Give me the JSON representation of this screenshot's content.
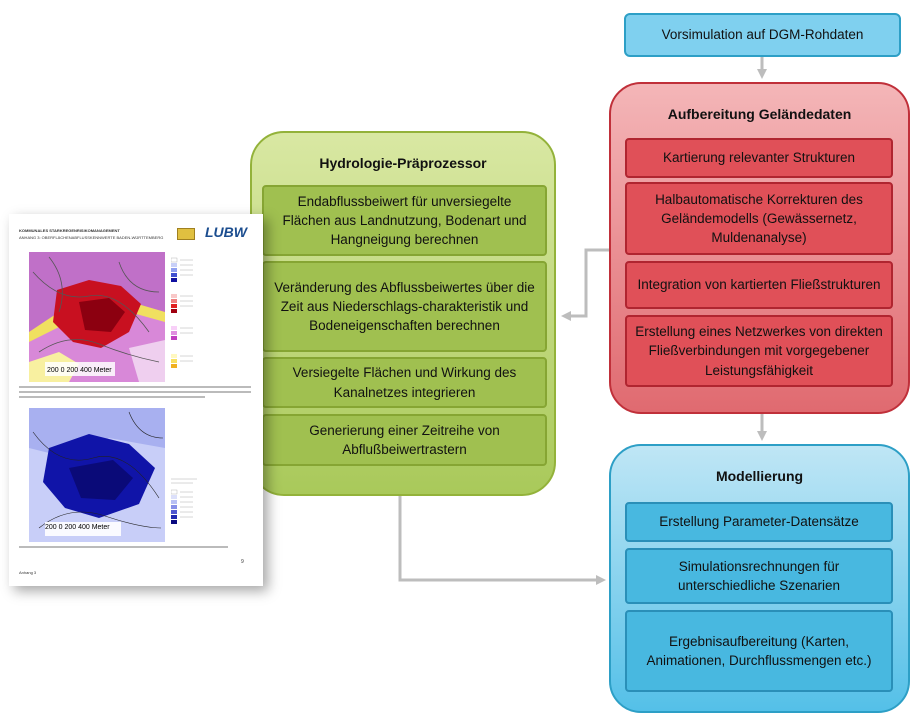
{
  "top_box": {
    "label": "Vorsimulation auf DGM-Rohdaten"
  },
  "red_panel": {
    "title": "Aufbereitung Geländedaten",
    "items": [
      "Kartierung relevanter Strukturen",
      "Halbautomatische Korrekturen des Geländemodells (Gewässernetz, Muldenanalyse)",
      "Integration von kartierten Fließstrukturen",
      "Erstellung eines Netzwerkes von direkten Fließverbindungen mit vorgegebener Leistungsfähigkeit"
    ]
  },
  "green_panel": {
    "title": "Hydrologie-Präprozessor",
    "items": [
      "Endabflussbeiwert für unversiegelte Flächen aus Landnutzung, Bodenart und Hangneigung berechnen",
      "Veränderung des Abflussbeiwertes über die Zeit aus Niederschlags-charakteristik und Bodeneigenschaften berechnen",
      "Versiegelte Flächen und Wirkung des Kanalnetzes integrieren",
      "Generierung einer Zeitreihe von Abflußbeiwertrastern"
    ]
  },
  "blue_panel": {
    "title": "Modellierung",
    "items": [
      "Erstellung Parameter-Datensätze",
      "Simulationsrechnungen für unterschiedliche Szenarien",
      "Ergebnisaufbereitung (Karten, Animationen, Durchflussmengen etc.)"
    ]
  },
  "document": {
    "header": "KOMMUNALES STARKREGENRISIKOMANAGEMENT",
    "subheader": "ANHANG 3: OBERFLÄCHENABFLUSSKENNWERTE BADEN-WÜRTTEMBERG",
    "logo": "LUBW",
    "scalebar_top": "200  0  200 400  Meter",
    "scalebar_bottom": "200  0  200 400  Meter",
    "page_number": "9",
    "footer": "Anhang 3"
  },
  "colors": {
    "green_fill": "#a0c050",
    "red_fill": "#e05058",
    "blue_fill": "#48b8e0",
    "arrow": "#bdbdbd"
  }
}
